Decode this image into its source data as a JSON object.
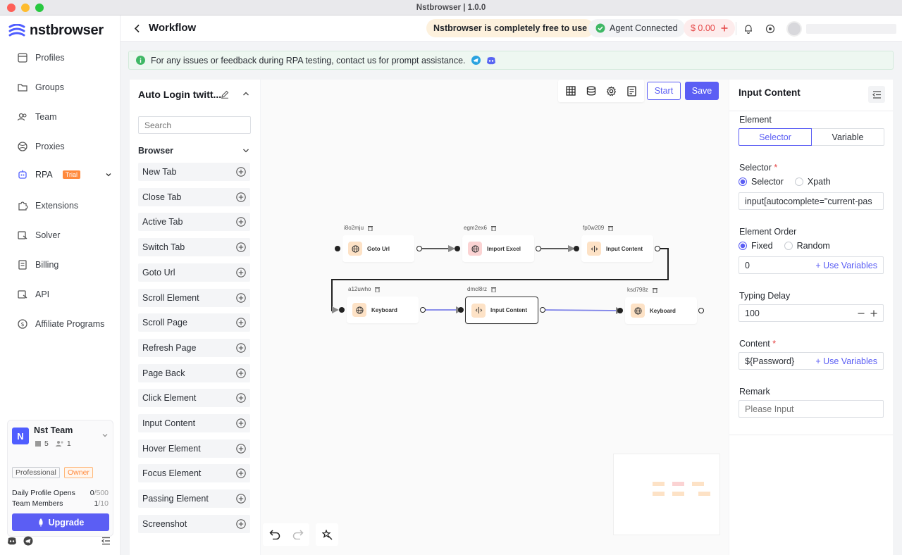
{
  "window": {
    "title": "Nstbrowser | 1.0.0"
  },
  "sidebar": {
    "logo": "nstbrowser",
    "items": [
      {
        "label": "Profiles",
        "icon": "profiles-icon"
      },
      {
        "label": "Groups",
        "icon": "folder-icon"
      },
      {
        "label": "Team",
        "icon": "team-icon"
      },
      {
        "label": "Proxies",
        "icon": "globe-icon"
      },
      {
        "label": "RPA",
        "icon": "rpa-icon",
        "badge": "Trial"
      },
      {
        "label": "Extensions",
        "icon": "puzzle-icon"
      },
      {
        "label": "Solver",
        "icon": "solver-icon"
      },
      {
        "label": "Billing",
        "icon": "billing-icon"
      },
      {
        "label": "API",
        "icon": "api-icon"
      },
      {
        "label": "Affiliate Programs",
        "icon": "dollar-icon"
      }
    ],
    "team": {
      "avatar": "N",
      "name": "Nst Team",
      "profiles_count": "5",
      "members_count": "1",
      "plan": "Professional",
      "role": "Owner",
      "daily_label": "Daily Profile Opens",
      "daily_used": "0",
      "daily_total": "/500",
      "members_label": "Team Members",
      "members_used": "1",
      "members_total": "/10",
      "upgrade": "Upgrade"
    }
  },
  "header": {
    "title": "Workflow",
    "free_text": "Nstbrowser is completely free to use",
    "agent_status": "Agent Connected",
    "balance": "$ 0.00"
  },
  "banner": {
    "text": "For any issues or feedback during RPA testing, contact us for prompt assistance."
  },
  "left_panel": {
    "workflow_name": "Auto Login twitt...",
    "search_placeholder": "Search",
    "section": "Browser",
    "actions": [
      "New Tab",
      "Close Tab",
      "Active Tab",
      "Switch Tab",
      "Goto Url",
      "Scroll Element",
      "Scroll Page",
      "Refresh Page",
      "Page Back",
      "Click Element",
      "Input Content",
      "Hover Element",
      "Focus Element",
      "Passing Element",
      "Screenshot"
    ]
  },
  "canvas": {
    "start": "Start",
    "save": "Save",
    "nodes": [
      {
        "id": "i8o2mju",
        "label": "Goto Url"
      },
      {
        "id": "egm2ex6",
        "label": "Import Excel"
      },
      {
        "id": "fp0w209",
        "label": "Input Content"
      },
      {
        "id": "a12uwho",
        "label": "Keyboard"
      },
      {
        "id": "dmcl8rz",
        "label": "Input Content"
      },
      {
        "id": "ksd798z",
        "label": "Keyboard"
      }
    ]
  },
  "right_panel": {
    "title": "Input Content",
    "element_label": "Element",
    "tab_selector": "Selector",
    "tab_variable": "Variable",
    "selector_label": "Selector",
    "req": "*",
    "radio_selector": "Selector",
    "radio_xpath": "Xpath",
    "selector_value": "input[autocomplete=\"current-pas",
    "order_label": "Element Order",
    "radio_fixed": "Fixed",
    "radio_random": "Random",
    "order_value": "0",
    "use_variables": "+ Use Variables",
    "delay_label": "Typing Delay",
    "delay_value": "100",
    "content_label": "Content",
    "content_value": "${Password}",
    "remark_label": "Remark",
    "remark_placeholder": "Please Input"
  },
  "colors": {
    "accent": "#5b5ef4",
    "trial": "#ff8a3d",
    "success": "#3fb865",
    "danger": "#e54545"
  }
}
